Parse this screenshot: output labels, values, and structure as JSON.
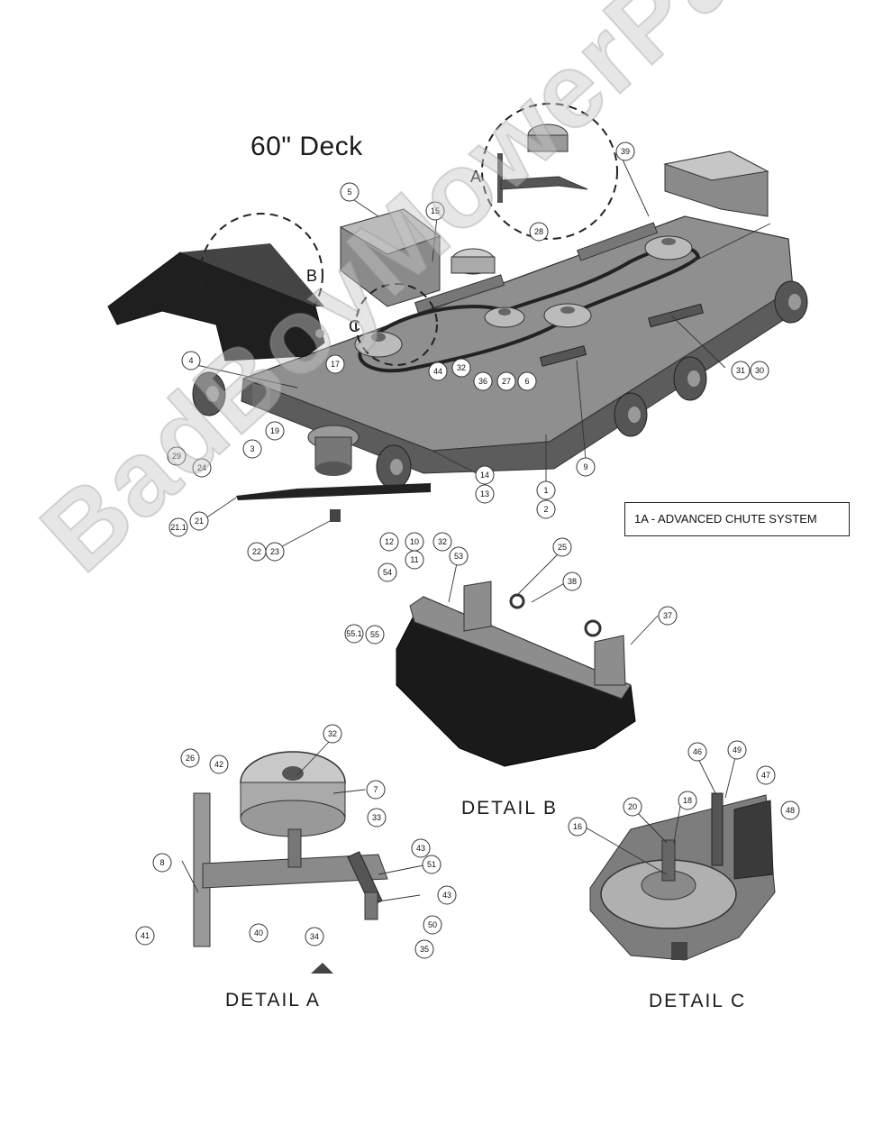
{
  "title": "60\" Deck",
  "chute_box_label": "1A - ADVANCED CHUTE SYSTEM",
  "details": {
    "a": "DETAIL  A",
    "b": "DETAIL  B",
    "c": "DETAIL  C"
  },
  "inset_letters": {
    "a": "A",
    "b": "B",
    "c": "C"
  },
  "watermark": "BadBoyMowerParts.com",
  "callouts": [
    "1",
    "2",
    "3",
    "4",
    "5",
    "6",
    "7",
    "8",
    "9",
    "10",
    "11",
    "12",
    "13",
    "14",
    "15",
    "16",
    "17",
    "18",
    "19",
    "20",
    "21",
    "21.1",
    "22",
    "23",
    "24",
    "25",
    "26",
    "27",
    "28",
    "29",
    "30",
    "31",
    "32",
    "33",
    "34",
    "35",
    "36",
    "37",
    "38",
    "39",
    "40",
    "41",
    "42",
    "43",
    "44",
    "46",
    "47",
    "48",
    "49",
    "50",
    "51",
    "53",
    "54",
    "55",
    "55.1"
  ]
}
